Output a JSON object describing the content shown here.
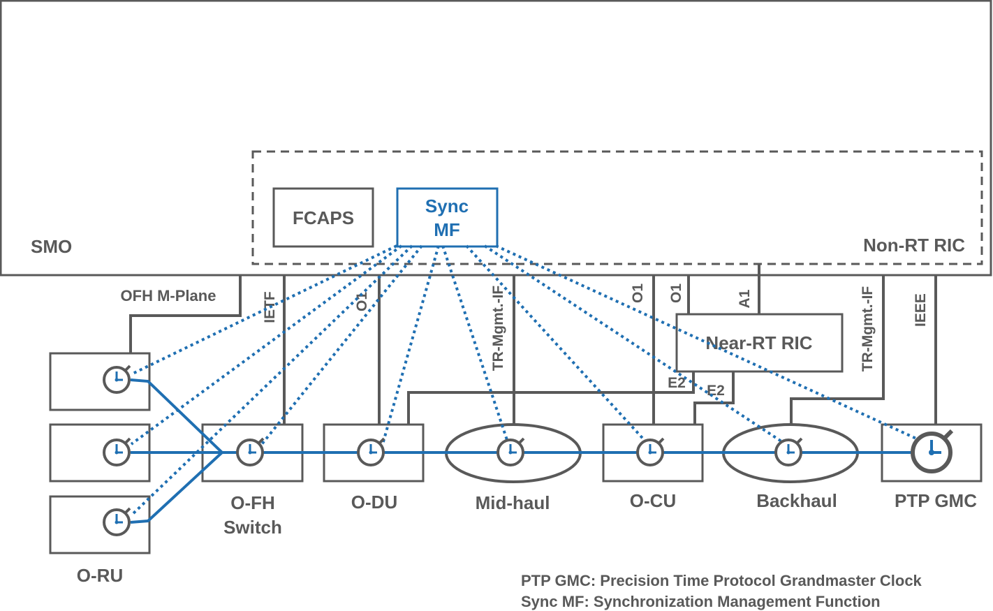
{
  "colors": {
    "gray": "#595959",
    "blue": "#1f6fb2",
    "white": "#ffffff"
  },
  "smo": {
    "label": "SMO"
  },
  "non_rt_ric": {
    "label": "Non-RT RIC"
  },
  "fcaps": {
    "label": "FCAPS"
  },
  "sync_mf": {
    "line1": "Sync",
    "line2": "MF"
  },
  "near_rt_ric": {
    "label": "Near-RT RIC"
  },
  "interfaces": {
    "ofh_m_plane": "OFH M-Plane",
    "ietf": "IETF",
    "o1_odu": "O1",
    "tr_mgmt_midhaul": "TR-Mgmt.-IF",
    "o1_ocu": "O1",
    "o1_nearrt": "O1",
    "a1": "A1",
    "tr_mgmt_backhaul": "TR-Mgmt.-IF",
    "ieee": "IEEE",
    "e2_a": "E2",
    "e2_b": "E2"
  },
  "nodes": {
    "oru": "O-RU",
    "ofh_switch_line1": "O-FH",
    "ofh_switch_line2": "Switch",
    "odu": "O-DU",
    "midhaul": "Mid-haul",
    "ocu": "O-CU",
    "backhaul": "Backhaul",
    "ptp_gmc": "PTP GMC"
  },
  "legend": {
    "line1": "PTP GMC: Precision Time Protocol Grandmaster Clock",
    "line2": "Sync MF: Synchronization Management Function"
  },
  "icons": {
    "clock": "clock-icon"
  }
}
